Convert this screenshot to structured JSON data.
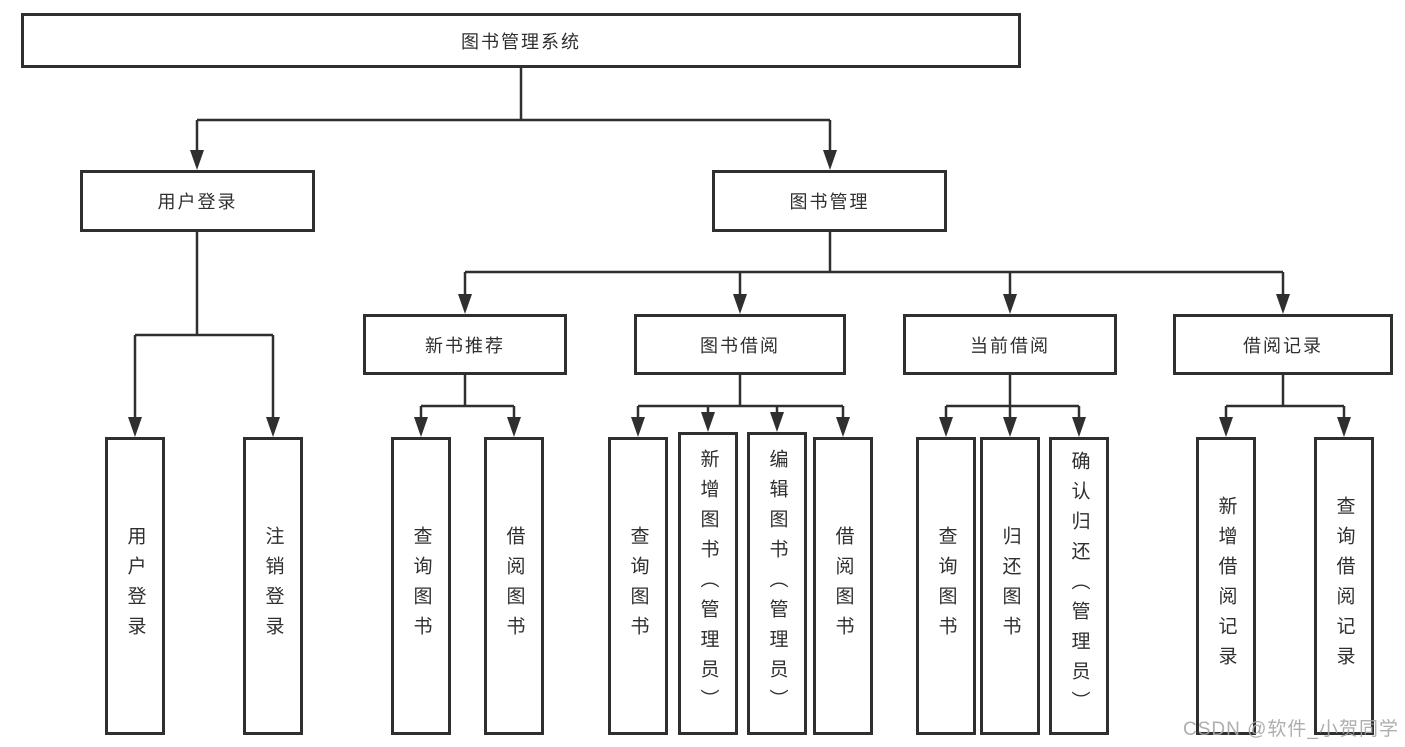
{
  "diagram": {
    "title": "图书管理系统",
    "type": "hierarchy-tree",
    "line_color": "#2f2f2f",
    "box_background": "#ffffff",
    "nodes": [
      {
        "id": "library-management-system",
        "label": "图书管理系统",
        "level": 1
      },
      {
        "id": "user-login",
        "label": "用户登录",
        "level": 2
      },
      {
        "id": "book-management",
        "label": "图书管理",
        "level": 2
      },
      {
        "id": "new-book-recommendation",
        "label": "新书推荐",
        "level": 3
      },
      {
        "id": "book-borrowing",
        "label": "图书借阅",
        "level": 3
      },
      {
        "id": "current-borrowing",
        "label": "当前借阅",
        "level": 3
      },
      {
        "id": "borrowing-records",
        "label": "借阅记录",
        "level": 3
      },
      {
        "id": "user-login-leaf",
        "label": "用户登录",
        "level": 4
      },
      {
        "id": "logout",
        "label": "注销登录",
        "level": 4
      },
      {
        "id": "query-books-1",
        "label": "查询图书",
        "level": 4
      },
      {
        "id": "borrow-books-1",
        "label": "借阅图书",
        "level": 4
      },
      {
        "id": "query-books-2",
        "label": "查询图书",
        "level": 4
      },
      {
        "id": "add-book-admin",
        "label": "新增图书（管理员）",
        "level": 4
      },
      {
        "id": "edit-book-admin",
        "label": "编辑图书（管理员）",
        "level": 4
      },
      {
        "id": "borrow-books-2",
        "label": "借阅图书",
        "level": 4
      },
      {
        "id": "query-books-3",
        "label": "查询图书",
        "level": 4
      },
      {
        "id": "return-books",
        "label": "归还图书",
        "level": 4
      },
      {
        "id": "confirm-return-admin",
        "label": "确认归还（管理员）",
        "level": 4
      },
      {
        "id": "add-borrow-record",
        "label": "新增借阅记录",
        "level": 4
      },
      {
        "id": "query-borrow-record",
        "label": "查询借阅记录",
        "level": 4
      }
    ],
    "edges": [
      {
        "from": "library-management-system",
        "to": "user-login"
      },
      {
        "from": "library-management-system",
        "to": "book-management"
      },
      {
        "from": "user-login",
        "to": "user-login-leaf"
      },
      {
        "from": "user-login",
        "to": "logout"
      },
      {
        "from": "book-management",
        "to": "new-book-recommendation"
      },
      {
        "from": "book-management",
        "to": "book-borrowing"
      },
      {
        "from": "book-management",
        "to": "current-borrowing"
      },
      {
        "from": "book-management",
        "to": "borrowing-records"
      },
      {
        "from": "new-book-recommendation",
        "to": "query-books-1"
      },
      {
        "from": "new-book-recommendation",
        "to": "borrow-books-1"
      },
      {
        "from": "book-borrowing",
        "to": "query-books-2"
      },
      {
        "from": "book-borrowing",
        "to": "add-book-admin"
      },
      {
        "from": "book-borrowing",
        "to": "edit-book-admin"
      },
      {
        "from": "book-borrowing",
        "to": "borrow-books-2"
      },
      {
        "from": "current-borrowing",
        "to": "query-books-3"
      },
      {
        "from": "current-borrowing",
        "to": "return-books"
      },
      {
        "from": "current-borrowing",
        "to": "confirm-return-admin"
      },
      {
        "from": "borrowing-records",
        "to": "add-borrow-record"
      },
      {
        "from": "borrowing-records",
        "to": "query-borrow-record"
      }
    ]
  },
  "watermark": {
    "text": "CSDN @软件_小贺同学",
    "color": "#a6a6a6"
  }
}
